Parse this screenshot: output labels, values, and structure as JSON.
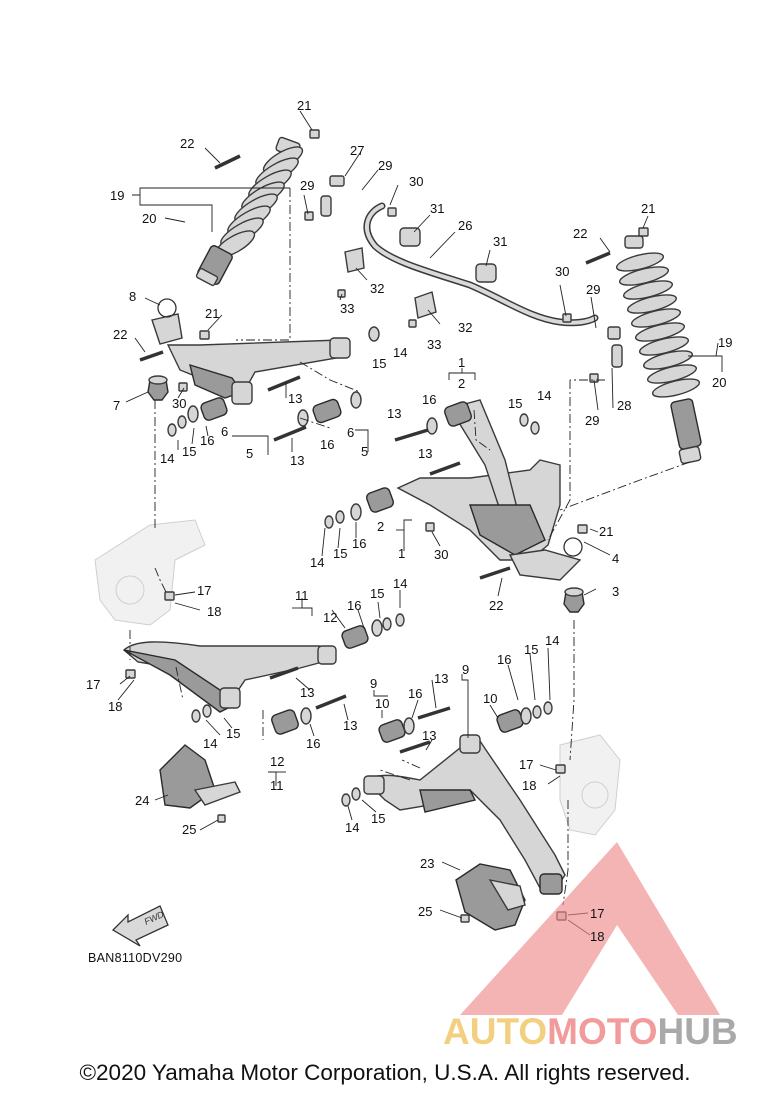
{
  "diagram": {
    "code": "BAN8110DV290",
    "fwd_label": "FWD",
    "callouts": [
      "1",
      "2",
      "3",
      "4",
      "5",
      "6",
      "7",
      "8",
      "9",
      "10",
      "11",
      "12",
      "13",
      "14",
      "15",
      "16",
      "17",
      "18",
      "19",
      "20",
      "21",
      "22",
      "23",
      "24",
      "25",
      "26",
      "27",
      "28",
      "29",
      "30",
      "31",
      "32",
      "33"
    ]
  },
  "watermark": {
    "part1": "AUTO",
    "part2": "MOTO",
    "part3": "HUB",
    "colors": {
      "auto": "#f2c86a",
      "moto": "#f08a8a",
      "hub": "#9b9b9b",
      "triangle": "#f08a8a"
    }
  },
  "footer": {
    "copyright": "©2020 Yamaha Motor Corporation, U.S.A. All rights reserved."
  }
}
